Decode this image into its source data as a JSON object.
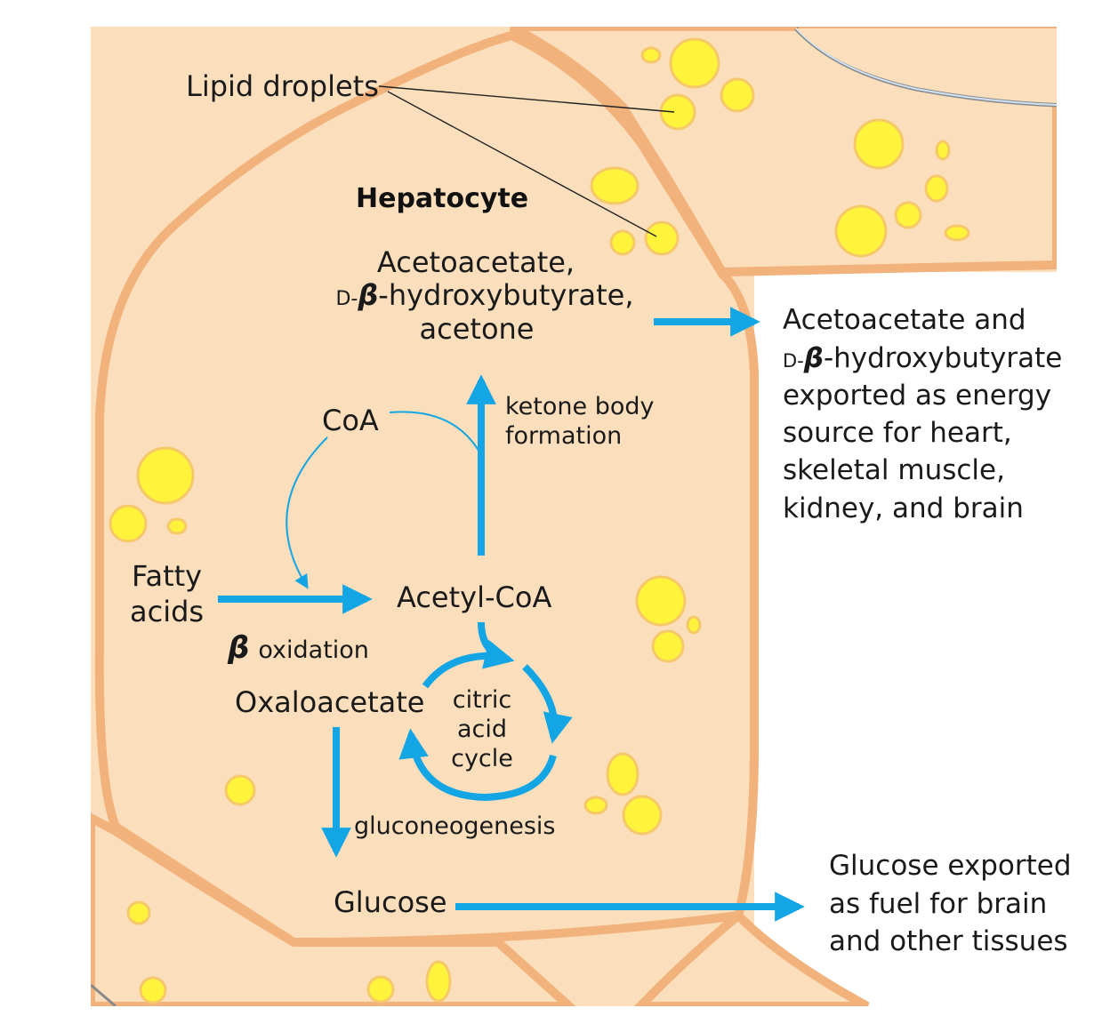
{
  "colors": {
    "cell_fill": "#fbdfbd",
    "cell_border": "#f2b27c",
    "lipid_fill": "#fff33c",
    "lipid_stroke": "#f5c96a",
    "arrow": "#14a6e4",
    "text": "#1a1a1a"
  },
  "labels": {
    "lipid_droplets": "Lipid droplets",
    "hepatocyte": "Hepatocyte",
    "ketone_products": {
      "line1": "Acetoacetate,",
      "line2_prefix": "D-",
      "line2_beta": "β",
      "line2_suffix": "-hydroxybutyrate,",
      "line3": "acetone"
    },
    "exported_ketones": {
      "line1": "Acetoacetate and",
      "line2_prefix": "D-",
      "line2_beta": "β",
      "line2_suffix": "-hydroxybutyrate",
      "line3": "exported as energy",
      "line4": "source for heart,",
      "line5": "skeletal muscle,",
      "line6": "kidney, and brain"
    },
    "ketone_body_formation": {
      "line1": "ketone body",
      "line2": "formation"
    },
    "coa": "CoA",
    "fatty_acids": {
      "line1": "Fatty",
      "line2": "acids"
    },
    "acetyl_coa": "Acetyl-CoA",
    "beta_oxidation": {
      "beta": "β",
      "text": "oxidation"
    },
    "oxaloacetate": "Oxaloacetate",
    "citric_acid_cycle": {
      "line1": "citric",
      "line2": "acid",
      "line3": "cycle"
    },
    "gluconeogenesis": "gluconeogenesis",
    "glucose": "Glucose",
    "glucose_exported": {
      "line1": "Glucose exported",
      "line2": "as fuel for brain",
      "line3": "and other tissues"
    }
  }
}
